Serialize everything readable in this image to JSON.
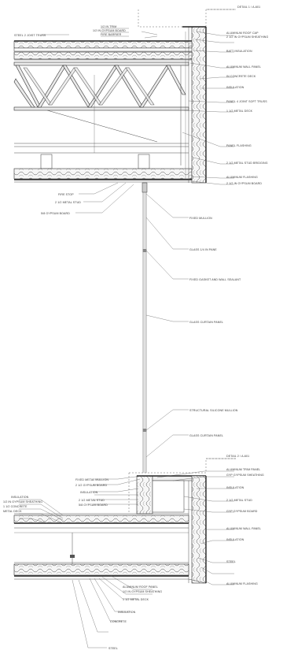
{
  "drawing": {
    "callouts_right": [
      "DETAIL 1 / A-601",
      "ALUMINUM ROOF CAP",
      "2 1/2 IN GYPSUM SHEATHING",
      "BATT INSULATION",
      "ALUMINUM WALL PANEL",
      "IN CONCRETE DECK",
      "INSULATION",
      "PANEL 4 JOINT SOFT TRUSS",
      "1 1/2 METAL DECK",
      "PANEL FLASHING",
      "2 1/2 METAL STUD BRIDGING",
      "ALUMINUM FLASHING",
      "2 1/2 IN GYPSUM BOARD",
      "FIXED MULLION",
      "GLASS 1/4 IN PANE",
      "FIXED GASKET AND WALL SEALANT",
      "GLASS CURTAIN PANEL",
      "STRUCTURAL SILICONE MULLION",
      "GLASS CURTAIN PANEL",
      "DETAIL 2 / A-601",
      "ALUMINUM TRIM PANEL",
      "GYP GYPSUM SHEATHING",
      "INSULATION",
      "2 1/2 METAL STUD",
      "GYP GYPSUM BOARD",
      "ALUMINUM WALL PANEL",
      "INSULATION",
      "STEEL",
      "ALUMINUM FLASHING"
    ],
    "callouts_left": [
      "STEEL 2 JOIST TRUSS",
      "1/2 IN TRIM",
      "1/2 IN GYPSUM BOARD",
      "FIRE BARRIER",
      "FIRE STOP",
      "2 1/2 METAL STUD",
      "5/8 GYPSUM BOARD",
      "FIXED METAL MULLION",
      "2 1/2 GYPSUM BOARD",
      "INSULATION",
      "2 1/2 METAL STUD",
      "5/8 GYPSUM BOARD",
      "INSULATION",
      "1/2 IN GYPSUM SHEATHING",
      "1 1/2 CONCRETE",
      "METAL DECK",
      "ALUMINUM ROOF PANEL",
      "1/2 IN GYPSUM SHEATHING",
      "1 1/2 METAL DECK",
      "INSULATION",
      "CONCRETE",
      "STEEL"
    ]
  }
}
